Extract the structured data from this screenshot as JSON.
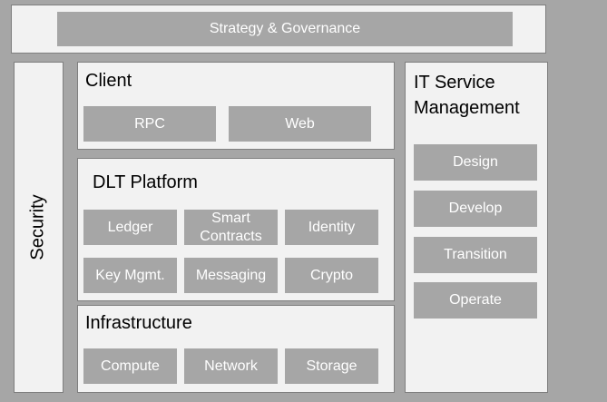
{
  "strategy": {
    "label": "Strategy & Governance"
  },
  "security": {
    "label": "Security"
  },
  "client": {
    "title": "Client",
    "items": [
      "RPC",
      "Web"
    ]
  },
  "dlt": {
    "title": "DLT Platform",
    "items": [
      "Ledger",
      "Smart Contracts",
      "Identity",
      "Key Mgmt.",
      "Messaging",
      "Crypto"
    ]
  },
  "infrastructure": {
    "title": "Infrastructure",
    "items": [
      "Compute",
      "Network",
      "Storage"
    ]
  },
  "itsm": {
    "title": "IT Service Management",
    "items": [
      "Design",
      "Develop",
      "Transition",
      "Operate"
    ]
  },
  "colors": {
    "background": "#a6a6a6",
    "panel": "#f2f2f2",
    "box": "#a6a6a6",
    "box_text": "#ffffff",
    "title_text": "#000000"
  }
}
